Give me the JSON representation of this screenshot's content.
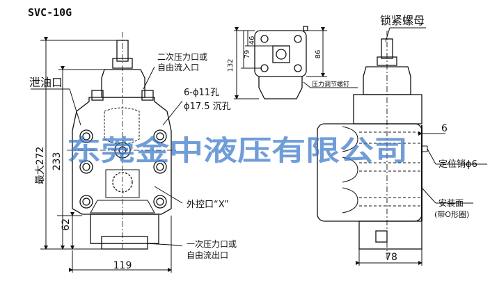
{
  "title": "SVC-10G",
  "watermark": "东莞金中液压有限公司",
  "labels": {
    "drain_port": "泄油口",
    "secondary_port_line1": "二次压力口或",
    "secondary_port_line2": "自由流入口",
    "holes_line1": "6-ϕ11孔",
    "holes_line2": "ϕ17.5 沉孔",
    "external_pilot": "外控口“X”",
    "primary_port_line1": "一次压力口或",
    "primary_port_line2": "自由流出口",
    "adjust_screw": "压力调节螺钉",
    "lock_nut": "锁紧螺母",
    "locating_pin": "定位销ϕ6",
    "mounting_face_line1": "安装面",
    "mounting_face_line2": "(带O形圈)"
  },
  "dimensions": {
    "max_height": "最大272",
    "height_233": "233",
    "height_62": "62",
    "width_119": "119",
    "top_46": "46",
    "top_79": "79",
    "top_132": "132",
    "top_86": "86",
    "side_6": "6",
    "side_78": "78"
  },
  "colors": {
    "line": "#111111",
    "watermark": "#3a78c8"
  }
}
